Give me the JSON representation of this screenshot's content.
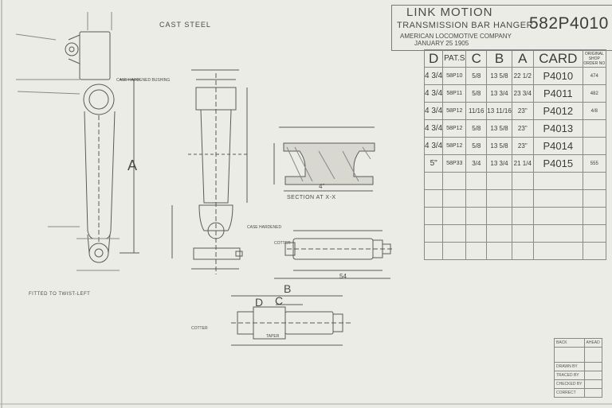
{
  "title": {
    "line1": "LINK MOTION",
    "line2": "TRANSMISSION BAR HANGER",
    "line3": "AMERICAN LOCOMOTIVE COMPANY",
    "line4": "JANUARY 25 1905",
    "drawing_number": "582P4010"
  },
  "table": {
    "headers": {
      "d": "D",
      "pat": "PAT.S",
      "c": "C",
      "b": "B",
      "a": "A",
      "card": "CARD",
      "shop": "ORIGINAL SHOP ORDER NO"
    },
    "rows": [
      {
        "d": "4 3/4",
        "pat": "58P10",
        "c": "5/8",
        "b": "13 5/8",
        "a": "22 1/2",
        "card": "P4010",
        "shop": "474"
      },
      {
        "d": "4 3/4",
        "pat": "58P11",
        "c": "5/8",
        "b": "13 3/4",
        "a": "23 3/4",
        "card": "P4011",
        "shop": "482"
      },
      {
        "d": "4 3/4",
        "pat": "58P12",
        "c": "11/16",
        "b": "13 11/16",
        "a": "23\"",
        "card": "P4012",
        "shop": "4/8"
      },
      {
        "d": "4 3/4",
        "pat": "58P12",
        "c": "5/8",
        "b": "13 5/8",
        "a": "23\"",
        "card": "P4013",
        "shop": ""
      },
      {
        "d": "4 3/4",
        "pat": "58P12",
        "c": "5/8",
        "b": "13 5/8",
        "a": "23\"",
        "card": "P4014",
        "shop": ""
      },
      {
        "d": "5\"",
        "pat": "58P33",
        "c": "3/4",
        "b": "13 3/4",
        "a": "21 1/4",
        "card": "P4015",
        "shop": "555"
      }
    ],
    "empty_rows": 5
  },
  "drawing": {
    "material": "CAST STEEL",
    "dim_a": "A",
    "dim_b": "B",
    "dim_c": "C",
    "dim_d": "D",
    "section_label": "SECTION AT X-X",
    "section_width": "4\"",
    "case_hardened": "CASE HARDENED BUSHING",
    "fitted_note": "FITTED TO TWIST-LEFT",
    "cotter_1": "COTTER",
    "cotter_2": "COTTER",
    "taper": "TAPER",
    "case_hardened_pin": "CASE HARDENED",
    "dim_54": "54"
  },
  "stamp": {
    "back": "BACK",
    "ahead": "AHEAD",
    "drawn_by": "DRAWN BY",
    "traced_by": "TRACED BY",
    "checked_by": "CHECKED BY",
    "correct": "CORRECT"
  },
  "colors": {
    "paper": "#ecece7",
    "ink": "#4a4a4a"
  }
}
